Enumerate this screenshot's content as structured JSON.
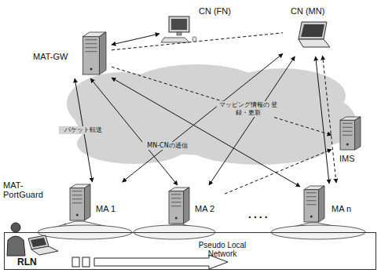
{
  "diagram": {
    "nodes": [
      {
        "text": [
          "MAT-GW"
        ]
      },
      {
        "text": [
          "CN (FN)"
        ]
      },
      {
        "text": [
          "CN (MN)"
        ]
      },
      {
        "text": [
          "IMS"
        ]
      },
      {
        "text": [
          "MA 1"
        ]
      },
      {
        "text": [
          "MA 2"
        ]
      },
      {
        "text": [
          "MA n"
        ]
      },
      {
        "text": [
          "Pseudo Local Network"
        ]
      },
      {
        "text": [
          "RLN"
        ]
      }
    ],
    "edges": [
      {
        "from": 0,
        "to": 1,
        "arrow": "both"
      },
      {
        "from": 0,
        "to": 4,
        "label": "パケット転送",
        "arrow": "both"
      },
      {
        "from": 0,
        "to": 5,
        "arrow": "both"
      },
      {
        "from": 0,
        "to": 6,
        "arrow": "both"
      },
      {
        "from": 2,
        "to": 4,
        "label": "MN-CNの通信",
        "arrow": "both"
      },
      {
        "from": 2,
        "to": 5,
        "arrow": "both"
      },
      {
        "from": 2,
        "to": 6,
        "arrow": "both"
      },
      {
        "from": 0,
        "to": 3,
        "label": "マッピング情報の 登録・更新",
        "arrow": "to"
      },
      {
        "from": 5,
        "to": 3,
        "arrow": "to"
      },
      {
        "from": 0,
        "to": 2,
        "arrow": "none"
      },
      {
        "from": 6,
        "to": 2,
        "arrow": "both"
      },
      {
        "from": 4,
        "to": 8,
        "arrow": "none"
      }
    ],
    "labels": [
      "MAT- PortGuard",
      "...."
    ]
  }
}
